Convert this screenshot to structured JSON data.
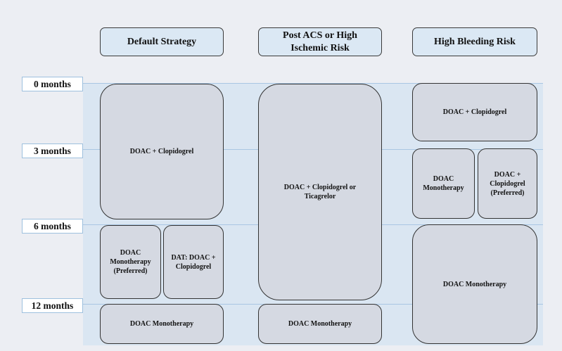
{
  "headers": {
    "default": "Default Strategy",
    "post_acs": "Post ACS or High Ischemic Risk",
    "high_bleeding": "High Bleeding Risk"
  },
  "months": {
    "m0": "0 months",
    "m3": "3 months",
    "m6": "6 months",
    "m12": "12 months"
  },
  "default_strategy": {
    "phase1": "DOAC + Clopidogrel",
    "option_a": "DOAC Monotherapy (Preferred)",
    "option_b": "DAT: DOAC + Clopidogrel",
    "after_12": "DOAC Monotherapy"
  },
  "post_acs": {
    "phase1": "DOAC + Clopidogrel or Ticagrelor",
    "after_12": "DOAC Monotherapy"
  },
  "high_bleeding": {
    "phase1": "DOAC + Clopidogrel",
    "option_a": "DOAC Monotherapy",
    "option_b": "DOAC + Clopidogrel (Preferred)",
    "phase3": "DOAC Monotherapy"
  }
}
